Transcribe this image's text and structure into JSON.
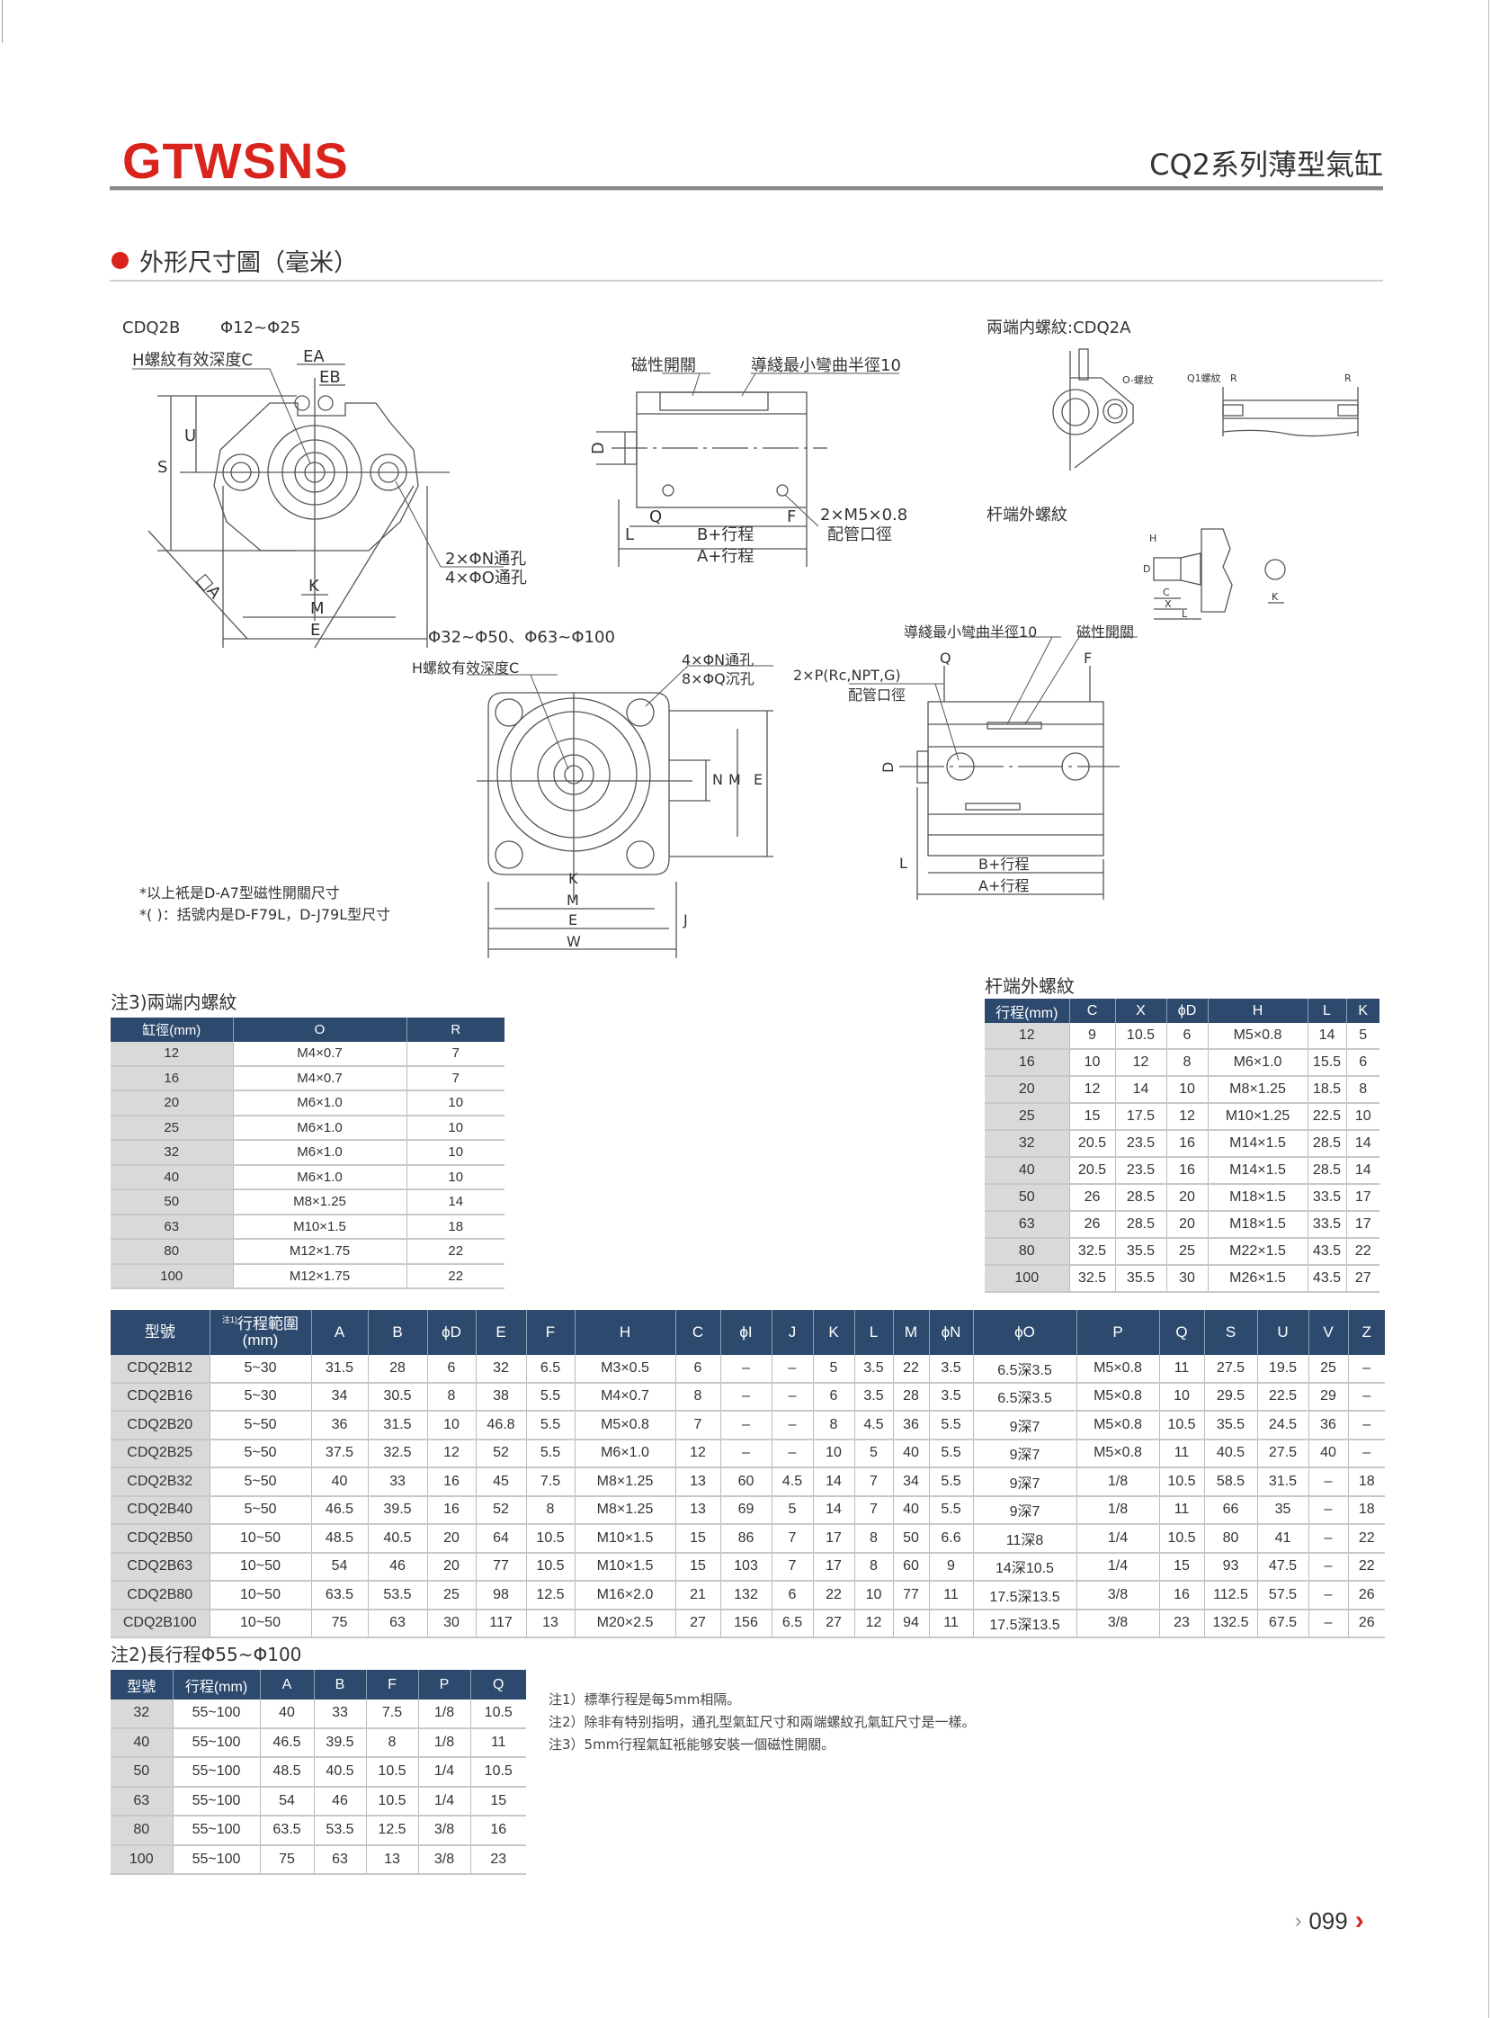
{
  "header": {
    "logo": "GTWSNS",
    "series_title": "CQ2系列薄型氣缸"
  },
  "section_title": "外形尺寸圖（毫米）",
  "diagrams": {
    "cdq2b_title": "CDQ2B",
    "cdq2b_range": "Φ12~Φ25",
    "h_thread_c": "H螺紋有效深度C",
    "ea": "EA",
    "eb": "EB",
    "u": "U",
    "s": "S",
    "n_hole_2": "2×ΦN通孔",
    "o_hole_4": "4×ΦO通孔",
    "k": "K",
    "m": "M",
    "e": "E",
    "a_sq": "□A",
    "large_range": "Φ32~Φ50、Φ63~Φ100",
    "magnetic_switch": "磁性開關",
    "min_bend_radius": "導綫最小彎曲半徑10",
    "d": "D",
    "q": "Q",
    "f": "F",
    "l": "L",
    "b_stroke": "B+行程",
    "a_stroke": "A+行程",
    "m5_port": "2×M5×0.8",
    "port_size": "配管口徑",
    "both_ends_title": "兩端内螺紋:CDQ2A",
    "o_thread": "O-螺紋",
    "q1_thread": "Q1螺紋",
    "r": "R",
    "rod_end_title": "杆端外螺紋",
    "h": "H",
    "c": "C",
    "x": "X",
    "n_hole_4": "4×ΦN通孔",
    "q_hole_8": "8×ΦQ沉孔",
    "n": "N",
    "j": "J",
    "w": "W",
    "p_port": "2×P(Rc,NPT,G)",
    "note_a7": "*以上衹是D-A7型磁性開關尺寸",
    "note_f79": "*( )：括號内是D-F79L，D-J79L型尺寸"
  },
  "table_both_ends": {
    "title": "注3)兩端内螺紋",
    "headers": [
      "缸徑(mm)",
      "O",
      "R"
    ],
    "rows": [
      [
        "12",
        "M4×0.7",
        "7"
      ],
      [
        "16",
        "M4×0.7",
        "7"
      ],
      [
        "20",
        "M6×1.0",
        "10"
      ],
      [
        "25",
        "M6×1.0",
        "10"
      ],
      [
        "32",
        "M6×1.0",
        "10"
      ],
      [
        "40",
        "M6×1.0",
        "10"
      ],
      [
        "50",
        "M8×1.25",
        "14"
      ],
      [
        "63",
        "M10×1.5",
        "18"
      ],
      [
        "80",
        "M12×1.75",
        "22"
      ],
      [
        "100",
        "M12×1.75",
        "22"
      ]
    ]
  },
  "table_rod_end": {
    "title": "杆端外螺紋",
    "headers": [
      "行程(mm)",
      "C",
      "X",
      "ϕD",
      "H",
      "L",
      "K"
    ],
    "rows": [
      [
        "12",
        "9",
        "10.5",
        "6",
        "M5×0.8",
        "14",
        "5"
      ],
      [
        "16",
        "10",
        "12",
        "8",
        "M6×1.0",
        "15.5",
        "6"
      ],
      [
        "20",
        "12",
        "14",
        "10",
        "M8×1.25",
        "18.5",
        "8"
      ],
      [
        "25",
        "15",
        "17.5",
        "12",
        "M10×1.25",
        "22.5",
        "10"
      ],
      [
        "32",
        "20.5",
        "23.5",
        "16",
        "M14×1.5",
        "28.5",
        "14"
      ],
      [
        "40",
        "20.5",
        "23.5",
        "16",
        "M14×1.5",
        "28.5",
        "14"
      ],
      [
        "50",
        "26",
        "28.5",
        "20",
        "M18×1.5",
        "33.5",
        "17"
      ],
      [
        "63",
        "26",
        "28.5",
        "20",
        "M18×1.5",
        "33.5",
        "17"
      ],
      [
        "80",
        "32.5",
        "35.5",
        "25",
        "M22×1.5",
        "43.5",
        "22"
      ],
      [
        "100",
        "32.5",
        "35.5",
        "30",
        "M26×1.5",
        "43.5",
        "27"
      ]
    ]
  },
  "table_main": {
    "note_mark": "注1)",
    "headers": [
      "型號",
      "行程範圍(mm)",
      "A",
      "B",
      "ϕD",
      "E",
      "F",
      "H",
      "C",
      "ϕI",
      "J",
      "K",
      "L",
      "M",
      "ϕN",
      "ϕO",
      "P",
      "Q",
      "S",
      "U",
      "V",
      "Z"
    ],
    "rows": [
      [
        "CDQ2B12",
        "5~30",
        "31.5",
        "28",
        "6",
        "32",
        "6.5",
        "M3×0.5",
        "6",
        "–",
        "–",
        "5",
        "3.5",
        "22",
        "3.5",
        "6.5深3.5",
        "M5×0.8",
        "11",
        "27.5",
        "19.5",
        "25",
        "–"
      ],
      [
        "CDQ2B16",
        "5~30",
        "34",
        "30.5",
        "8",
        "38",
        "5.5",
        "M4×0.7",
        "8",
        "–",
        "–",
        "6",
        "3.5",
        "28",
        "3.5",
        "6.5深3.5",
        "M5×0.8",
        "10",
        "29.5",
        "22.5",
        "29",
        "–"
      ],
      [
        "CDQ2B20",
        "5~50",
        "36",
        "31.5",
        "10",
        "46.8",
        "5.5",
        "M5×0.8",
        "7",
        "–",
        "–",
        "8",
        "4.5",
        "36",
        "5.5",
        "9深7",
        "M5×0.8",
        "10.5",
        "35.5",
        "24.5",
        "36",
        "–"
      ],
      [
        "CDQ2B25",
        "5~50",
        "37.5",
        "32.5",
        "12",
        "52",
        "5.5",
        "M6×1.0",
        "12",
        "–",
        "–",
        "10",
        "5",
        "40",
        "5.5",
        "9深7",
        "M5×0.8",
        "11",
        "40.5",
        "27.5",
        "40",
        "–"
      ],
      [
        "CDQ2B32",
        "5~50",
        "40",
        "33",
        "16",
        "45",
        "7.5",
        "M8×1.25",
        "13",
        "60",
        "4.5",
        "14",
        "7",
        "34",
        "5.5",
        "9深7",
        "1/8",
        "10.5",
        "58.5",
        "31.5",
        "–",
        "18"
      ],
      [
        "CDQ2B40",
        "5~50",
        "46.5",
        "39.5",
        "16",
        "52",
        "8",
        "M8×1.25",
        "13",
        "69",
        "5",
        "14",
        "7",
        "40",
        "5.5",
        "9深7",
        "1/8",
        "11",
        "66",
        "35",
        "–",
        "18"
      ],
      [
        "CDQ2B50",
        "10~50",
        "48.5",
        "40.5",
        "20",
        "64",
        "10.5",
        "M10×1.5",
        "15",
        "86",
        "7",
        "17",
        "8",
        "50",
        "6.6",
        "11深8",
        "1/4",
        "10.5",
        "80",
        "41",
        "–",
        "22"
      ],
      [
        "CDQ2B63",
        "10~50",
        "54",
        "46",
        "20",
        "77",
        "10.5",
        "M10×1.5",
        "15",
        "103",
        "7",
        "17",
        "8",
        "60",
        "9",
        "14深10.5",
        "1/4",
        "15",
        "93",
        "47.5",
        "–",
        "22"
      ],
      [
        "CDQ2B80",
        "10~50",
        "63.5",
        "53.5",
        "25",
        "98",
        "12.5",
        "M16×2.0",
        "21",
        "132",
        "6",
        "22",
        "10",
        "77",
        "11",
        "17.5深13.5",
        "3/8",
        "16",
        "112.5",
        "57.5",
        "–",
        "26"
      ],
      [
        "CDQ2B100",
        "10~50",
        "75",
        "63",
        "30",
        "117",
        "13",
        "M20×2.5",
        "27",
        "156",
        "6.5",
        "27",
        "12",
        "94",
        "11",
        "17.5深13.5",
        "3/8",
        "23",
        "132.5",
        "67.5",
        "–",
        "26"
      ]
    ]
  },
  "table_long_stroke": {
    "title": "注2)長行程Φ55~Φ100",
    "headers": [
      "型號",
      "行程(mm)",
      "A",
      "B",
      "F",
      "P",
      "Q"
    ],
    "rows": [
      [
        "32",
        "55~100",
        "40",
        "33",
        "7.5",
        "1/8",
        "10.5"
      ],
      [
        "40",
        "55~100",
        "46.5",
        "39.5",
        "8",
        "1/8",
        "11"
      ],
      [
        "50",
        "55~100",
        "48.5",
        "40.5",
        "10.5",
        "1/4",
        "10.5"
      ],
      [
        "63",
        "55~100",
        "54",
        "46",
        "10.5",
        "1/4",
        "15"
      ],
      [
        "80",
        "55~100",
        "63.5",
        "53.5",
        "12.5",
        "3/8",
        "16"
      ],
      [
        "100",
        "55~100",
        "75",
        "63",
        "13",
        "3/8",
        "23"
      ]
    ]
  },
  "notes": [
    "注1）標準行程是每5mm相隔。",
    "注2）除非有特别指明，通孔型氣缸尺寸和兩端螺紋孔氣缸尺寸是一樣。",
    "注3）5mm行程氣缸衹能够安裝一個磁性開關。"
  ],
  "page_number": "099",
  "colors": {
    "brand_red": "#d9231d",
    "header_navy": "#2d4a6e",
    "row_label_gray": "#d9d9d9"
  }
}
